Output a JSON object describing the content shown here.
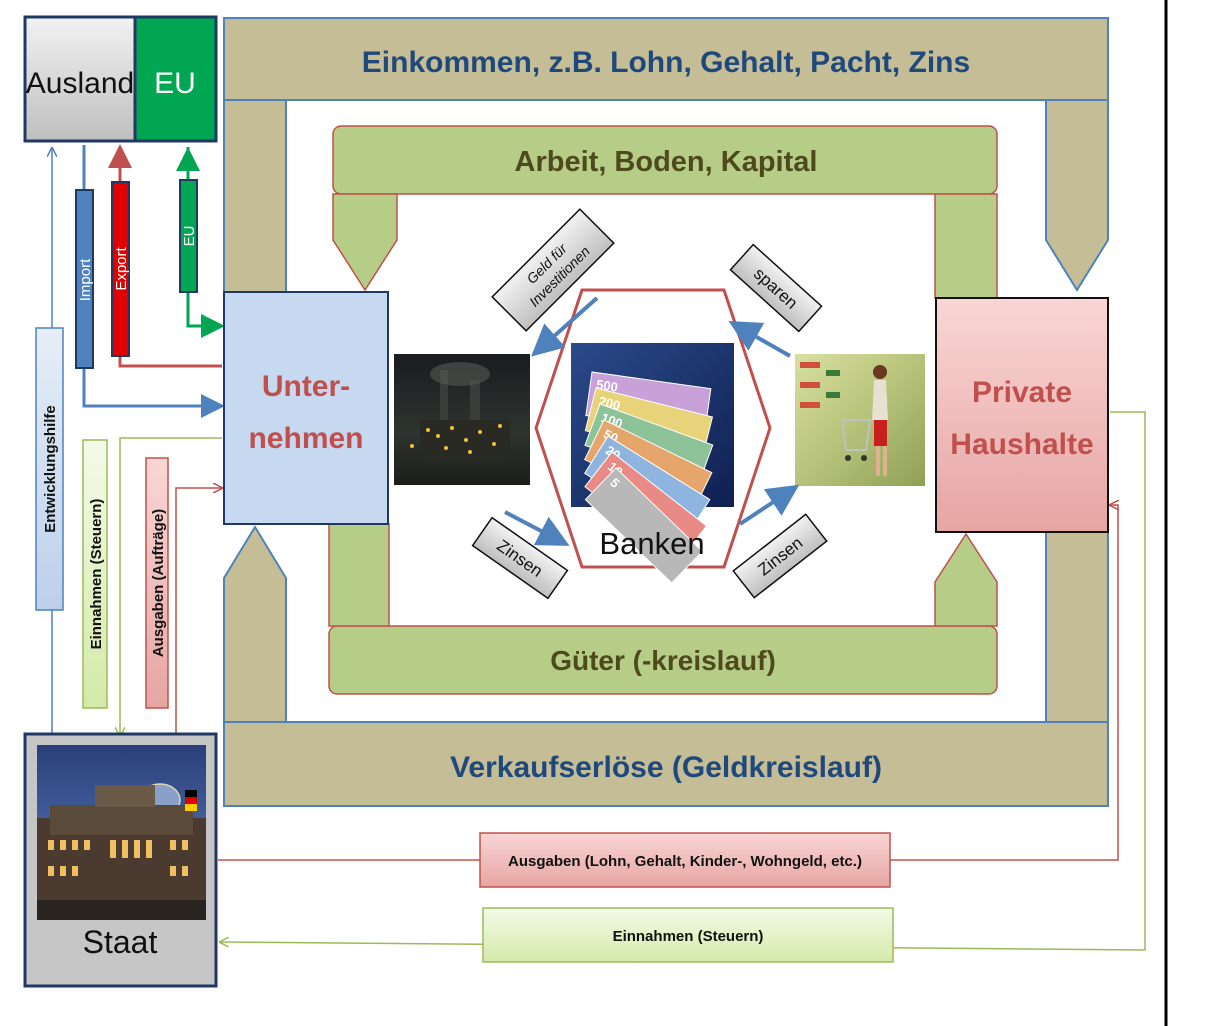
{
  "nodes": {
    "ausland": "Ausland",
    "eu": "EU",
    "unternehmen_line1": "Unter-",
    "unternehmen_line2": "nehmen",
    "haushalte_line1": "Private",
    "haushalte_line2": "Haushalte",
    "banken": "Banken",
    "staat": "Staat"
  },
  "flows": {
    "einkommen": "Einkommen, z.B. Lohn, Gehalt, Pacht, Zins",
    "arbeit": "Arbeit, Boden, Kapital",
    "gueter": "Güter (-kreislauf)",
    "verkaufserloese": "Verkaufserlöse (Geldkreislauf)",
    "ausgaben_staat": "Ausgaben (Lohn, Gehalt, Kinder-, Wohngeld, etc.)",
    "einnahmen_staat": "Einnahmen (Steuern)"
  },
  "vertical_labels": {
    "import": "Import",
    "export": "Export",
    "eu": "EU",
    "entwicklungshilfe": "Entwicklungshilfe",
    "einnahmen_steuern": "Einnahmen (Steuern)",
    "ausgaben_auftraege": "Ausgaben (Aufträge)"
  },
  "tags": {
    "geld_line1": "Geld für",
    "geld_line2": "Investitionen",
    "sparen": "sparen",
    "zinsen_left": "Zinsen",
    "zinsen_right": "Zinsen"
  },
  "banknotes": [
    "500",
    "200",
    "100",
    "50",
    "20",
    "10",
    "5"
  ],
  "colors": {
    "outer_band": "#c5bd95",
    "inner_band": "#b6cd87",
    "frame_blue": "#4f81bd",
    "red": "#c0504d",
    "green_line": "#9bbb59",
    "eu_green": "#00a651",
    "title_blue": "#1f497d",
    "title_olive": "#4f4a1e"
  }
}
